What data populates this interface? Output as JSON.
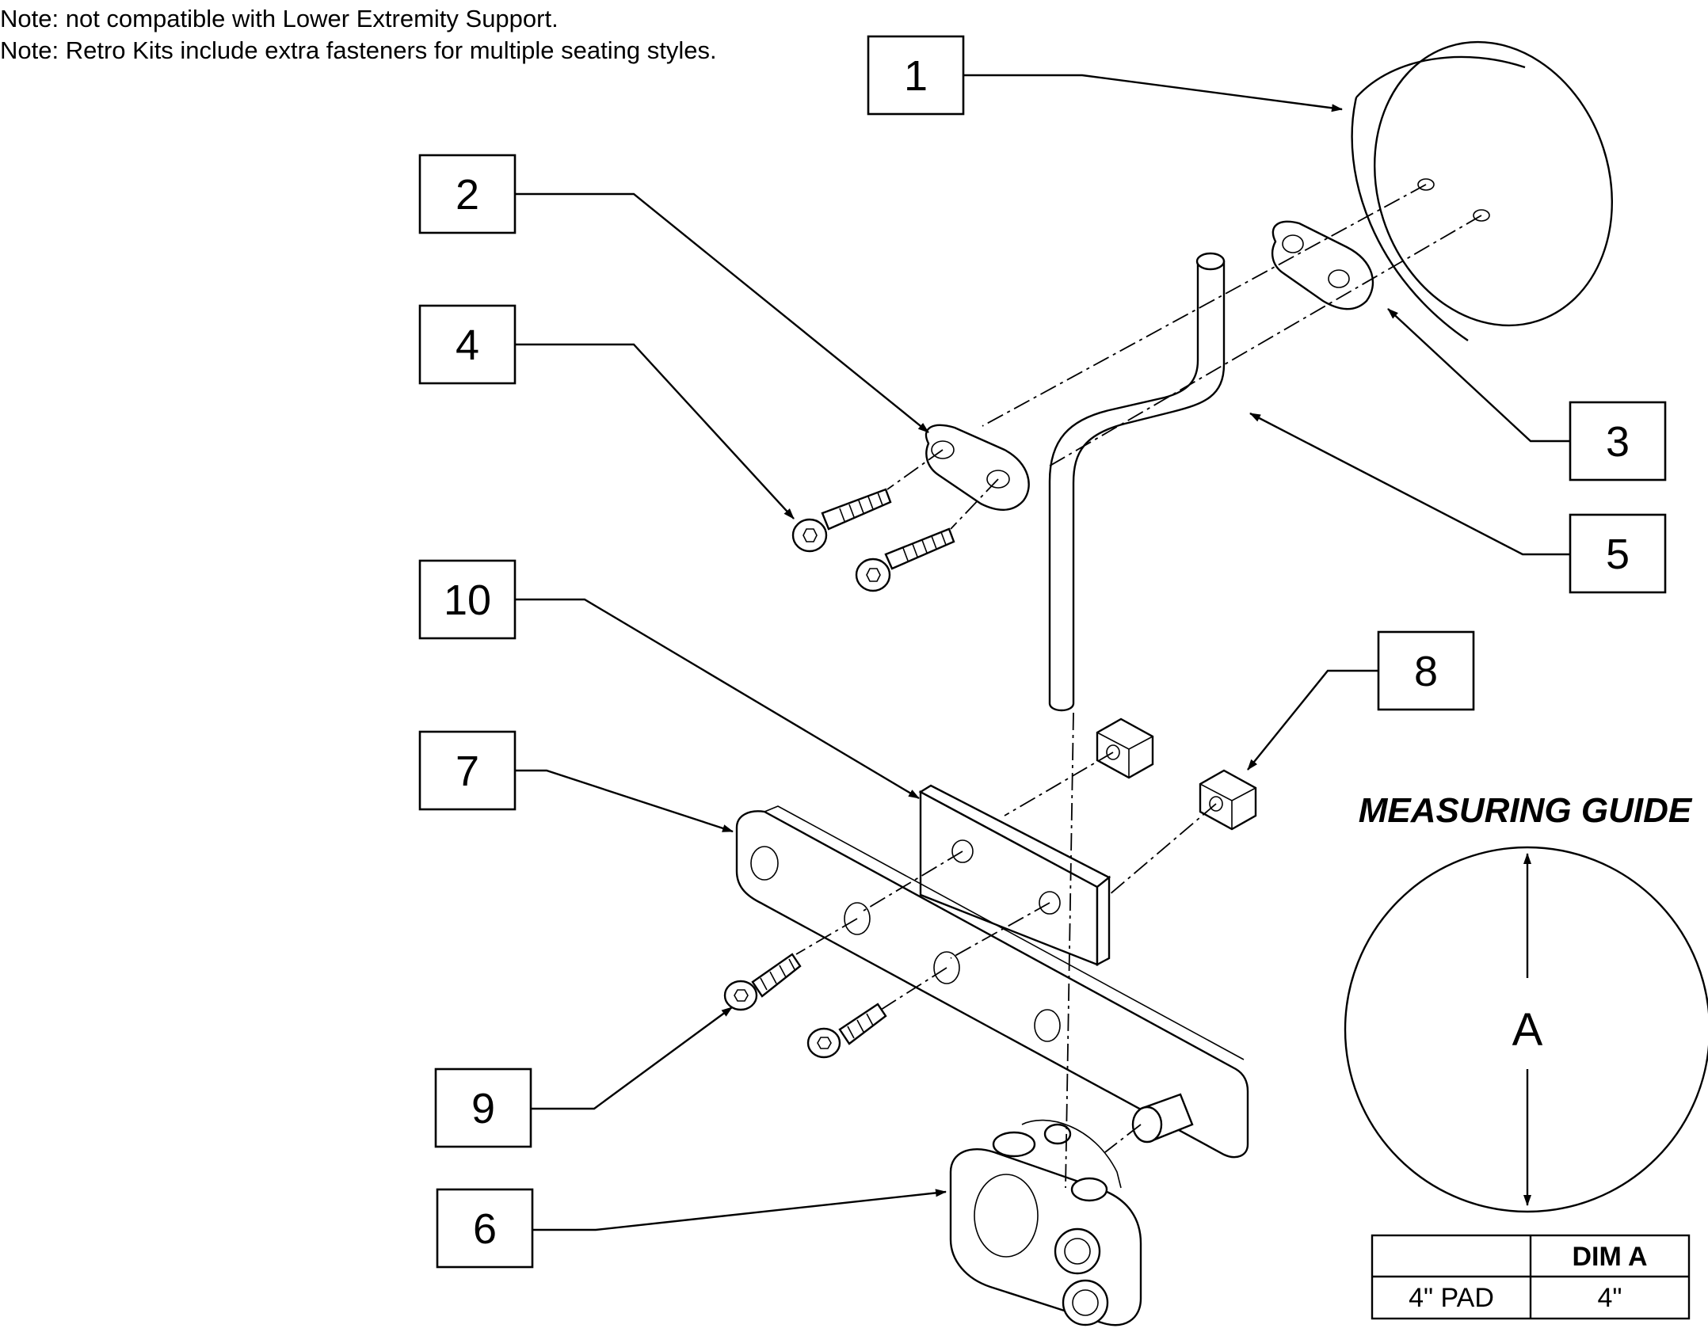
{
  "notes": [
    "Note: not compatible with Lower Extremity Support.",
    "Note: Retro Kits include extra fasteners for multiple seating styles."
  ],
  "callouts": [
    "1",
    "2",
    "3",
    "4",
    "5",
    "6",
    "7",
    "8",
    "9",
    "10"
  ],
  "measuring_guide": {
    "title": "MEASURING GUIDE",
    "dimension_label": "A",
    "table": {
      "header": [
        "",
        "DIM A"
      ],
      "rows": [
        [
          "4\" PAD",
          "4\""
        ]
      ]
    }
  }
}
